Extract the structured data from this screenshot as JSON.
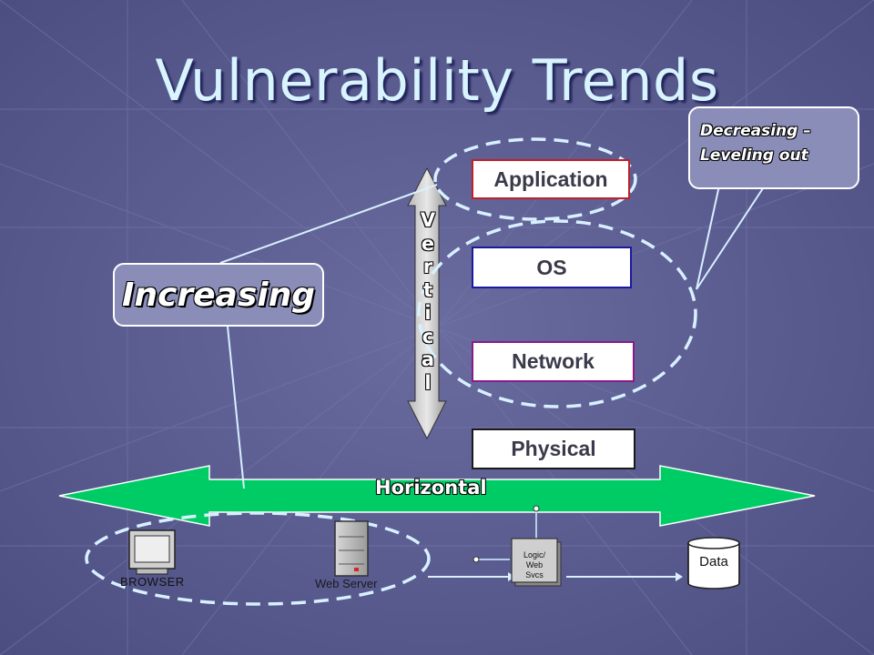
{
  "title": "Vulnerability Trends",
  "callouts": {
    "increasing": "Increasing",
    "decreasing_line1": "Decreasing –",
    "decreasing_line2": "Leveling out"
  },
  "layers": [
    {
      "label": "Application",
      "color": "#c0202a"
    },
    {
      "label": "OS",
      "color": "#1a1aa0"
    },
    {
      "label": "Network",
      "color": "#8a1a8a"
    },
    {
      "label": "Physical",
      "color": "#1a1a1a"
    }
  ],
  "axes": {
    "vertical": [
      "V",
      "e",
      "r",
      "t",
      "i",
      "c",
      "a",
      "l"
    ],
    "horizontal": "Horizontal"
  },
  "components": {
    "browser": "BROWSER",
    "web_server": "Web Server",
    "logic_line1": "Logic/",
    "logic_line2": "Web",
    "logic_line3": "Svcs",
    "data": "Data"
  },
  "colors": {
    "background": "#5a5c8e",
    "arrow_green": "#00cc66",
    "outline_light": "#d8f0ff"
  }
}
